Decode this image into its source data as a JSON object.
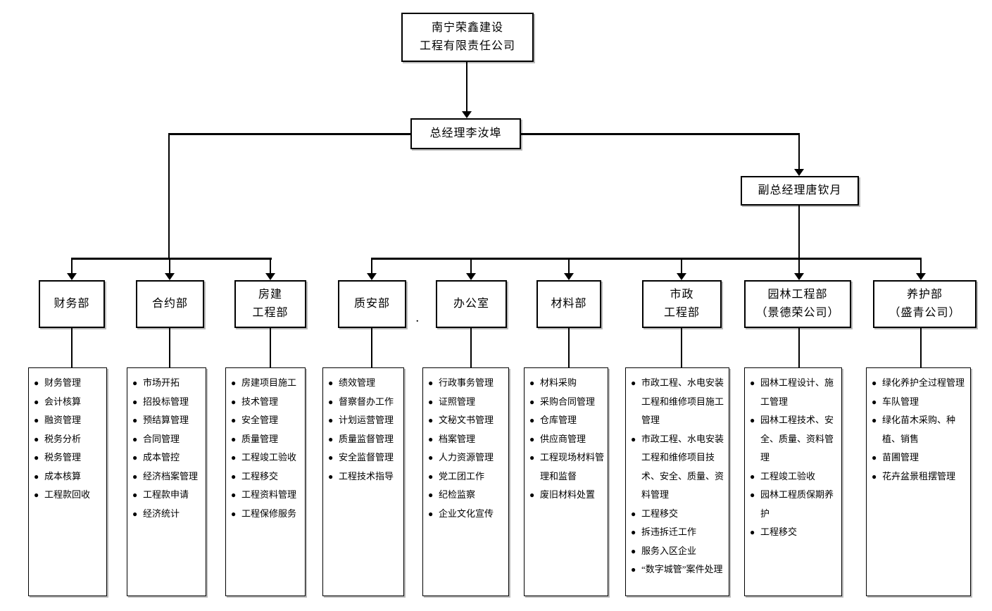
{
  "colors": {
    "background": "#ffffff",
    "line": "#000000",
    "text": "#000000"
  },
  "bullet": "●",
  "stray_mark": ".",
  "company": {
    "name_lines": [
      "南宁荣鑫建设",
      "工程有限责任公司"
    ]
  },
  "general_manager": {
    "label": "总经理李汝埠"
  },
  "deputy_general_manager": {
    "label": "副总经理唐钦月"
  },
  "departments": [
    {
      "title_lines": [
        "财务部"
      ],
      "reports_to": "general_manager",
      "duties": [
        "财务管理",
        "会计核算",
        "融资管理",
        "税务分析",
        "税务管理",
        "成本核算",
        "工程款回收"
      ]
    },
    {
      "title_lines": [
        "合约部"
      ],
      "reports_to": "general_manager",
      "duties": [
        "市场开拓",
        "招投标管理",
        "预结算管理",
        "合同管理",
        "成本管控",
        "经济档案管理",
        "工程款申请",
        "经济统计"
      ]
    },
    {
      "title_lines": [
        "房建",
        "工程部"
      ],
      "reports_to": "general_manager",
      "duties": [
        "房建项目施工",
        "技术管理",
        "安全管理",
        "质量管理",
        "工程竣工验收",
        "工程移交",
        "工程资料管理",
        "工程保修服务"
      ]
    },
    {
      "title_lines": [
        "质安部"
      ],
      "reports_to": "deputy_general_manager",
      "duties": [
        "绩效管理",
        "督察督办工作",
        "计划运营管理",
        "质量监督管理",
        "安全监督管理",
        "工程技术指导"
      ]
    },
    {
      "title_lines": [
        "办公室"
      ],
      "reports_to": "deputy_general_manager",
      "duties": [
        "行政事务管理",
        "证照管理",
        "文秘文书管理",
        "档案管理",
        "人力资源管理",
        "党工团工作",
        "纪检监察",
        "企业文化宣传"
      ]
    },
    {
      "title_lines": [
        "材料部"
      ],
      "reports_to": "deputy_general_manager",
      "duties": [
        "材料采购",
        "采购合同管理",
        "仓库管理",
        "供应商管理",
        "工程现场材料管理和监督",
        "废旧材料处置"
      ]
    },
    {
      "title_lines": [
        "市政",
        "工程部"
      ],
      "reports_to": "deputy_general_manager",
      "duties": [
        "市政工程、水电安装工程和维修项目施工管理",
        "市政工程、水电安装工程和维修项目技术、安全、质量、资料管理",
        "工程移交",
        "拆违拆迁工作",
        "服务入区企业",
        "“数字城管”案件处理"
      ]
    },
    {
      "title_lines": [
        "园林工程部",
        "（景德荣公司）"
      ],
      "reports_to": "deputy_general_manager",
      "duties": [
        "园林工程设计、施工管理",
        "园林工程技术、安全、质量、资料管理",
        "工程竣工验收",
        "园林工程质保期养护",
        "工程移交"
      ]
    },
    {
      "title_lines": [
        "养护部",
        "（盛青公司）"
      ],
      "reports_to": "deputy_general_manager",
      "duties": [
        "绿化养护全过程管理",
        "车队管理",
        "绿化苗木采购、种植、销售",
        "苗圃管理",
        "花卉盆景租摆管理"
      ]
    }
  ]
}
